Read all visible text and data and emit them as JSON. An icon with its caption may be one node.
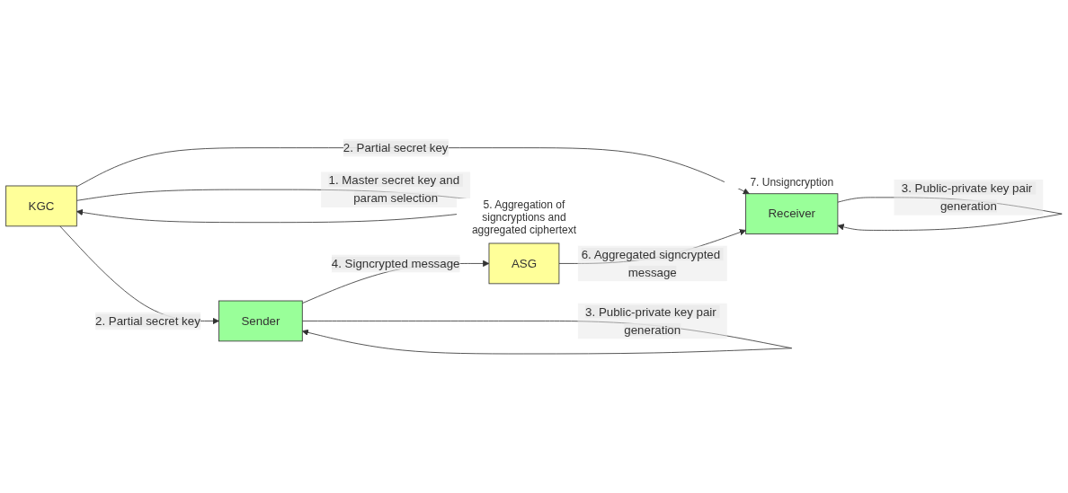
{
  "diagram": {
    "nodes": [
      {
        "text": [
          "KGC"
        ]
      },
      {
        "text": [
          "Sender"
        ]
      },
      {
        "text": [
          "ASG"
        ],
        "beside": [
          "5. Aggregation of signcryptions and aggregated ciphertext"
        ]
      },
      {
        "text": [
          "Receiver"
        ],
        "beside": [
          "7. Unsigncryption"
        ]
      }
    ],
    "edges": [
      {
        "from": 0,
        "to": 0,
        "arrow": "to",
        "label": "1. Master secret key and param selection"
      },
      {
        "from": 0,
        "to": 1,
        "arrow": "to",
        "label": "2. Partial secret key"
      },
      {
        "from": 1,
        "to": 1,
        "arrow": "to",
        "label": "3. Public-private key pair generation"
      },
      {
        "from": 1,
        "to": 2,
        "arrow": "to",
        "label": "4. Signcrypted message"
      },
      {
        "from": 0,
        "to": 3,
        "arrow": "to",
        "label": "2. Partial secret key"
      },
      {
        "from": 2,
        "to": 3,
        "arrow": "to",
        "label": "6. Aggregated signcrypted message"
      },
      {
        "from": 3,
        "to": 3,
        "arrow": "to",
        "label": "3. Public-private key pair generation"
      }
    ]
  }
}
